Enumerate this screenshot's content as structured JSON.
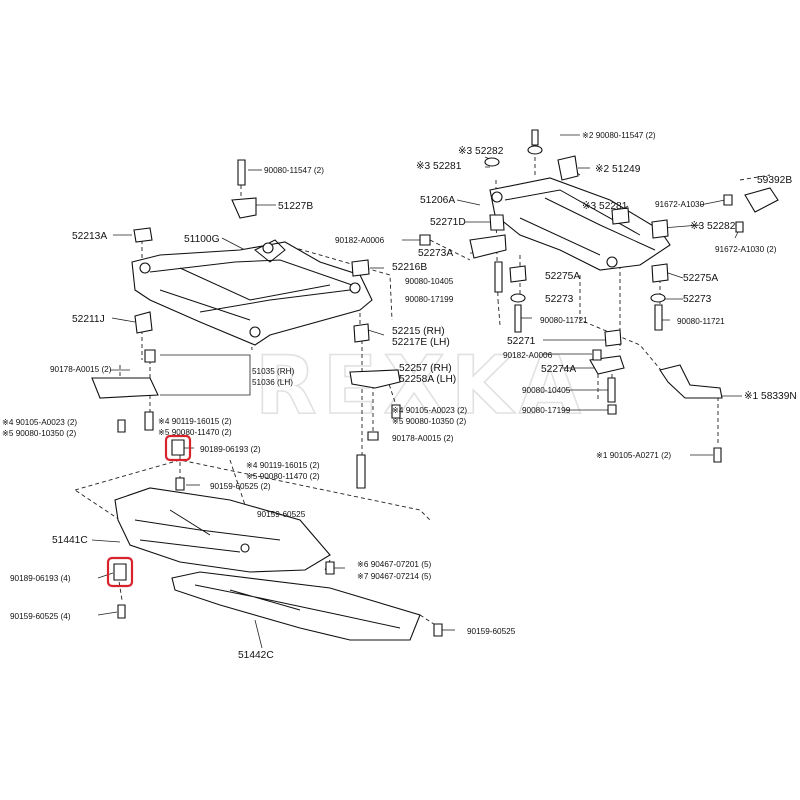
{
  "watermark": "REXKA",
  "parts": [
    {
      "id": "p1",
      "text": "90080-11547 (2)",
      "marker": "",
      "big": false
    },
    {
      "id": "p2",
      "text": "51227B",
      "marker": "",
      "big": true
    },
    {
      "id": "p3",
      "text": "52213A",
      "marker": "",
      "big": true
    },
    {
      "id": "p4",
      "text": "51100G",
      "marker": "",
      "big": true
    },
    {
      "id": "p5",
      "text": "52211J",
      "marker": "",
      "big": true
    },
    {
      "id": "p6",
      "text": "90178-A0015 (2)",
      "marker": "",
      "big": false
    },
    {
      "id": "p7",
      "text": "51035 (RH)",
      "marker": "",
      "big": false
    },
    {
      "id": "p8",
      "text": "51036 (LH)",
      "marker": "",
      "big": false
    },
    {
      "id": "p9",
      "text": "90105-A0023 (2)",
      "marker": "※4",
      "big": false
    },
    {
      "id": "p10",
      "text": "90080-10350 (2)",
      "marker": "※5",
      "big": false
    },
    {
      "id": "p11",
      "text": "90119-16015 (2)",
      "marker": "※4",
      "big": false
    },
    {
      "id": "p12",
      "text": "90080-11470 (2)",
      "marker": "※5",
      "big": false
    },
    {
      "id": "p13",
      "text": "90189-06193 (2)",
      "marker": "",
      "big": false
    },
    {
      "id": "p14",
      "text": "90119-16015 (2)",
      "marker": "※4",
      "big": false
    },
    {
      "id": "p15",
      "text": "90080-11470 (2)",
      "marker": "※5",
      "big": false
    },
    {
      "id": "p16",
      "text": "90159-60525 (2)",
      "marker": "",
      "big": false
    },
    {
      "id": "p17",
      "text": "90159-60525",
      "marker": "",
      "big": false
    },
    {
      "id": "p18",
      "text": "51441C",
      "marker": "",
      "big": true
    },
    {
      "id": "p19",
      "text": "90189-06193 (4)",
      "marker": "",
      "big": false
    },
    {
      "id": "p20",
      "text": "90159-60525 (4)",
      "marker": "",
      "big": false
    },
    {
      "id": "p21",
      "text": "90467-07201 (5)",
      "marker": "※6",
      "big": false
    },
    {
      "id": "p22",
      "text": "90467-07214 (5)",
      "marker": "※7",
      "big": false
    },
    {
      "id": "p23",
      "text": "90159-60525",
      "marker": "",
      "big": false
    },
    {
      "id": "p24",
      "text": "51442C",
      "marker": "",
      "big": true
    },
    {
      "id": "p25",
      "text": "90182-A0006",
      "marker": "",
      "big": false
    },
    {
      "id": "p26",
      "text": "52216B",
      "marker": "",
      "big": true
    },
    {
      "id": "p27",
      "text": "52215 (RH)",
      "marker": "",
      "big": true
    },
    {
      "id": "p28",
      "text": "52217E (LH)",
      "marker": "",
      "big": true
    },
    {
      "id": "p29",
      "text": "52257 (RH)",
      "marker": "",
      "big": true
    },
    {
      "id": "p30",
      "text": "52258A (LH)",
      "marker": "",
      "big": true
    },
    {
      "id": "p31",
      "text": "90105-A0023 (2)",
      "marker": "※4",
      "big": false
    },
    {
      "id": "p32",
      "text": "90080-10350 (2)",
      "marker": "※5",
      "big": false
    },
    {
      "id": "p33",
      "text": "90178-A0015 (2)",
      "marker": "",
      "big": false
    },
    {
      "id": "p34",
      "text": "52282",
      "marker": "※3",
      "big": true
    },
    {
      "id": "p35",
      "text": "52281",
      "marker": "※3",
      "big": true
    },
    {
      "id": "p36",
      "text": "51206A",
      "marker": "",
      "big": true
    },
    {
      "id": "p37",
      "text": "52271D",
      "marker": "",
      "big": true
    },
    {
      "id": "p38",
      "text": "52273A",
      "marker": "",
      "big": true
    },
    {
      "id": "p39",
      "text": "90080-10405",
      "marker": "",
      "big": false
    },
    {
      "id": "p40",
      "text": "90080-17199",
      "marker": "",
      "big": false
    },
    {
      "id": "p41",
      "text": "52275A",
      "marker": "",
      "big": true
    },
    {
      "id": "p42",
      "text": "52273",
      "marker": "",
      "big": true
    },
    {
      "id": "p43",
      "text": "90080-11721",
      "marker": "",
      "big": false
    },
    {
      "id": "p44",
      "text": "52271",
      "marker": "",
      "big": true
    },
    {
      "id": "p45",
      "text": "90182-A0006",
      "marker": "",
      "big": false
    },
    {
      "id": "p46",
      "text": "52274A",
      "marker": "",
      "big": true
    },
    {
      "id": "p47",
      "text": "90080-10405",
      "marker": "",
      "big": false
    },
    {
      "id": "p48",
      "text": "90080-17199",
      "marker": "",
      "big": false
    },
    {
      "id": "p49",
      "text": "90080-11547 (2)",
      "marker": "※2",
      "big": false
    },
    {
      "id": "p50",
      "text": "51249",
      "marker": "※2",
      "big": true
    },
    {
      "id": "p51",
      "text": "52281",
      "marker": "※3",
      "big": true
    },
    {
      "id": "p52",
      "text": "59392B",
      "marker": "",
      "big": true
    },
    {
      "id": "p53",
      "text": "91672-A1030",
      "marker": "",
      "big": false
    },
    {
      "id": "p54",
      "text": "52282",
      "marker": "※3",
      "big": true
    },
    {
      "id": "p55",
      "text": "91672-A1030 (2)",
      "marker": "",
      "big": false
    },
    {
      "id": "p56",
      "text": "52275A",
      "marker": "",
      "big": true
    },
    {
      "id": "p57",
      "text": "52273",
      "marker": "",
      "big": true
    },
    {
      "id": "p58",
      "text": "90080-11721",
      "marker": "",
      "big": false
    },
    {
      "id": "p59",
      "text": "58339N",
      "marker": "※1",
      "big": true
    },
    {
      "id": "p60",
      "text": "90105-A0271 (2)",
      "marker": "※1",
      "big": false
    }
  ],
  "colors": {
    "line": "#111111",
    "highlight": "#d8232a",
    "watermark": "#c9c9c9",
    "background": "#ffffff"
  }
}
